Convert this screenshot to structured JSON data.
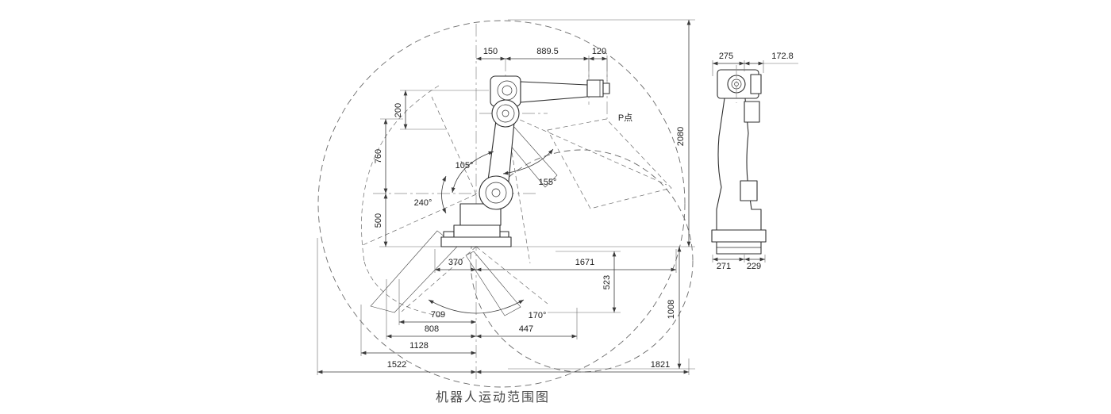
{
  "title": "机器人运动范围图",
  "front_view": {
    "dims": {
      "d150": "150",
      "d889_5": "889.5",
      "d120": "120",
      "d200": "200",
      "d760": "760",
      "d500": "500",
      "d2080": "2080",
      "d1008": "1008",
      "d370": "370",
      "d1671": "1671",
      "d523": "523",
      "d709": "709",
      "d808": "808",
      "d447": "447",
      "d1128": "1128",
      "d1522": "1522",
      "d1821": "1821"
    },
    "angles": {
      "a105": "105°",
      "a155": "155°",
      "a240": "240°",
      "a170": "170°"
    },
    "p_point_label": "P点"
  },
  "side_view": {
    "dims": {
      "d275": "275",
      "d172_8": "172.8",
      "d271": "271",
      "d229": "229"
    }
  }
}
